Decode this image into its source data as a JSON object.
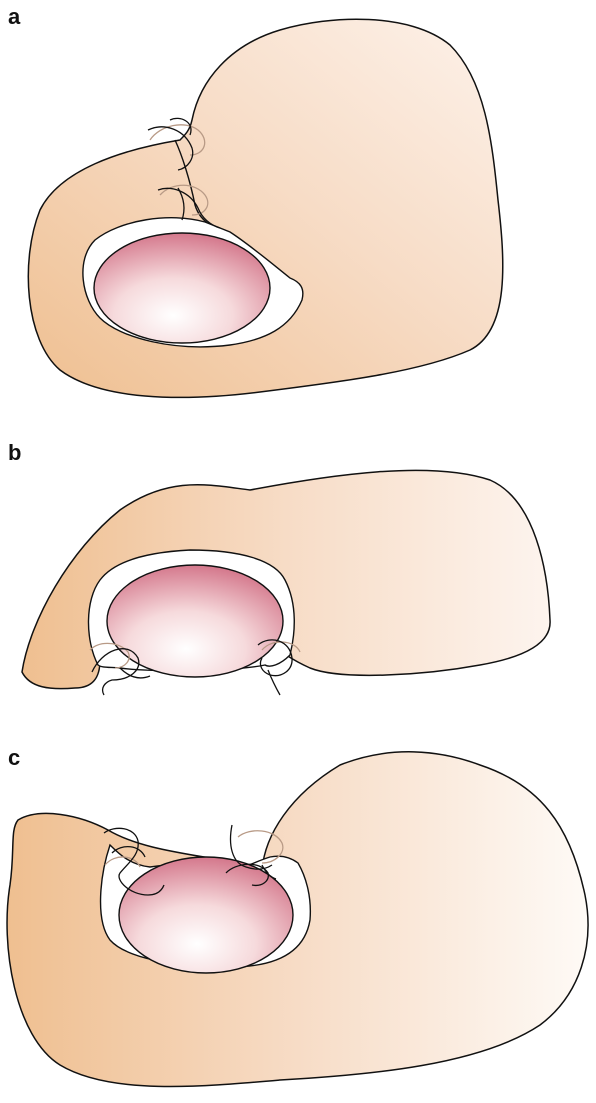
{
  "panels": [
    {
      "label": "a"
    },
    {
      "label": "b"
    },
    {
      "label": "c"
    }
  ],
  "colors": {
    "tissue_dark": "#efbf90",
    "tissue_light": "#fdf2ea",
    "pink_dark": "#d4788c",
    "pink_light": "#ffffff",
    "outline": "#111111",
    "suture_highlight": "#b89a86"
  }
}
